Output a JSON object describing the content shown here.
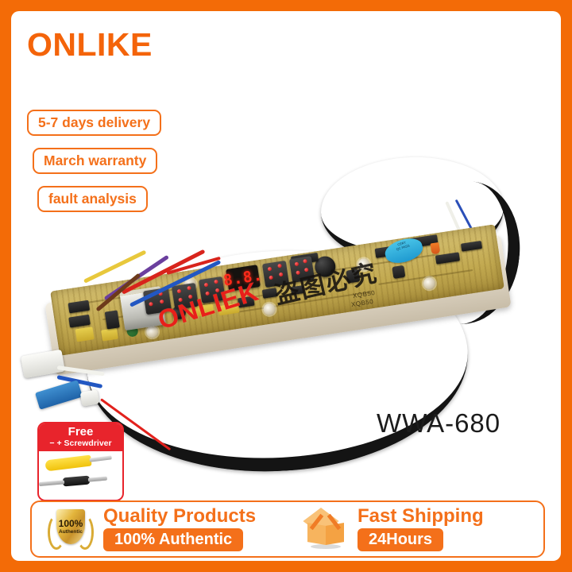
{
  "brand": {
    "name": "ONLIKE",
    "color": "#f4640a"
  },
  "badges": [
    {
      "label": "5-7 days delivery"
    },
    {
      "label": "March warranty"
    },
    {
      "label": "fault analysis"
    }
  ],
  "product": {
    "model": "WWA-680",
    "type": "washing-machine-control-board",
    "silkscreen": [
      "XQB50",
      "XQB50"
    ],
    "display_value": "8.8."
  },
  "watermarks": {
    "english": "ONLIEK",
    "chinese": "盗图必究"
  },
  "gift": {
    "title": "Free",
    "subtitle": "− + Screwdriver"
  },
  "banner": {
    "left": {
      "shield_top": "100%",
      "shield_bottom": "Authentic",
      "title": "Quality Products",
      "pill": "100% Authentic"
    },
    "right": {
      "title": "Fast Shipping",
      "pill": "24Hours"
    }
  },
  "colors": {
    "frame": "#f36b07",
    "accent": "#f4701a",
    "red": "#e8242c",
    "gold": "#e3b53c"
  }
}
